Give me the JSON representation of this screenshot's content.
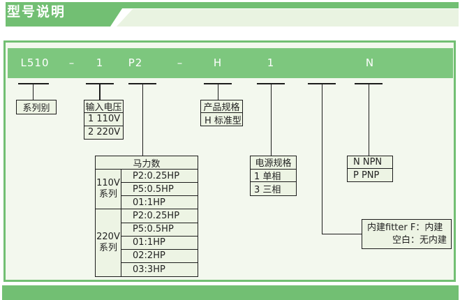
{
  "title_bar": {
    "title": "型号说明"
  },
  "model_bar": {
    "segments": [
      "L510",
      "–",
      "1",
      "P2",
      "–",
      "H",
      "1",
      "N"
    ]
  },
  "diagram": {
    "series": {
      "label": "系列别"
    },
    "input_voltage": {
      "header": "输入电压",
      "options": [
        "1 110V",
        "2 220V"
      ]
    },
    "product_spec": {
      "header": "产品规格",
      "options": [
        "H 标准型"
      ]
    },
    "horsepower": {
      "header": "马力数",
      "groups": [
        {
          "label_lines": [
            "110V",
            "系列"
          ],
          "options": [
            "P2:0.25HP",
            "P5:0.5HP",
            "01:1HP"
          ]
        },
        {
          "label_lines": [
            "220V",
            "系列"
          ],
          "options": [
            "P2:0.25HP",
            "P5:0.5HP",
            "01:1HP",
            "02:2HP",
            "03:3HP"
          ]
        }
      ]
    },
    "power_spec": {
      "header": "电源规格",
      "options": [
        "1 单相",
        "3 三相"
      ]
    },
    "output_logic": {
      "options": [
        "N NPN",
        "P PNP"
      ]
    },
    "filter_note": {
      "lines": [
        "内建fitter F：内建",
        "空白：无内建"
      ]
    }
  },
  "colors": {
    "green": "#72BF73",
    "bar_green": "#7DC77E",
    "pale_strip": "#E9F3E1",
    "panel_fill": "#F3F8EE",
    "box_fill": "#EDF4E4",
    "line": "#1b1b1b"
  }
}
